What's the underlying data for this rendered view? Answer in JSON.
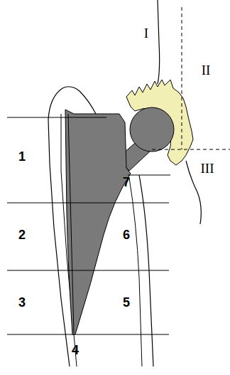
{
  "diagram": {
    "labels": [
      "I",
      "II",
      "III",
      "1",
      "7",
      "2",
      "6",
      "3",
      "5",
      "4"
    ]
  }
}
